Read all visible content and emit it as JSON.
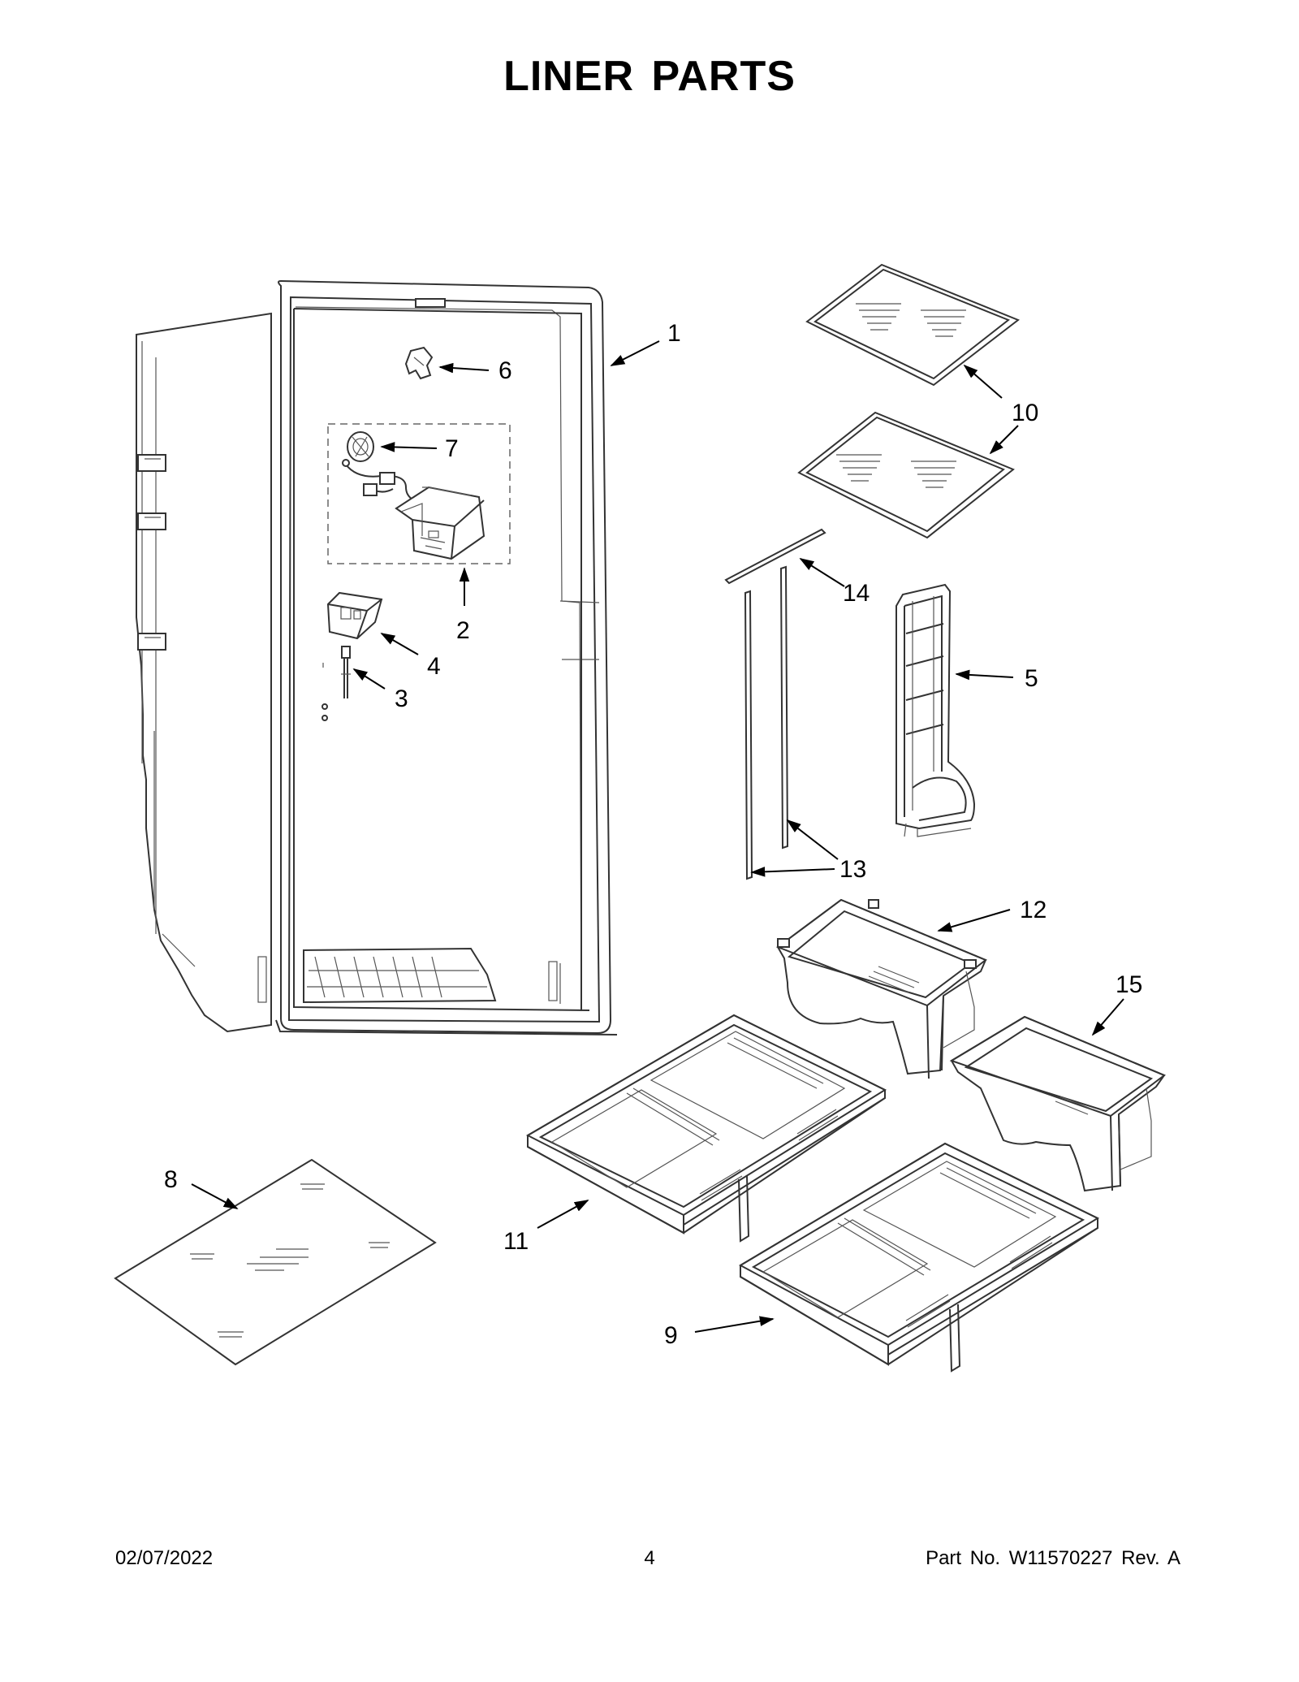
{
  "title": "LINER PARTS",
  "callouts": {
    "c1": "1",
    "c2": "2",
    "c3": "3",
    "c4": "4",
    "c5": "5",
    "c6": "6",
    "c7": "7",
    "c8": "8",
    "c9": "9",
    "c10": "10",
    "c11": "11",
    "c12": "12",
    "c13": "13",
    "c14": "14",
    "c15": "15"
  },
  "footer": {
    "date": "02/07/2022",
    "page_number": "4",
    "part_number": "Part No.  W11570227  Rev.  A"
  }
}
